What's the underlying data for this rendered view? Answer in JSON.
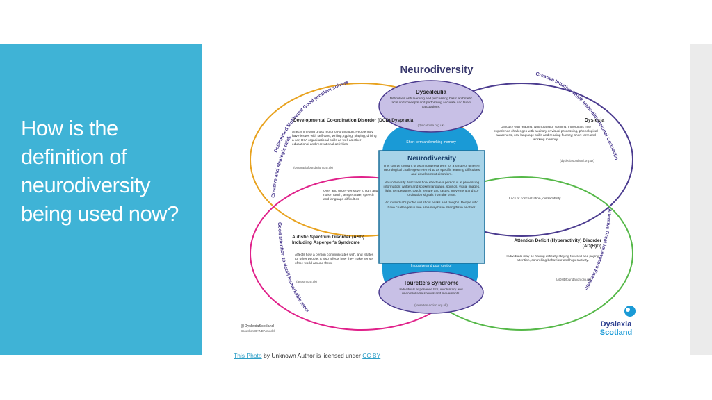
{
  "slide": {
    "title": "How is the definition of neurodiversity being used now?",
    "attribution": {
      "photo_link": "This Photo",
      "middle": " by Unknown Author is licensed under ",
      "license_link": "CC BY"
    }
  },
  "diagram": {
    "heading": "Neurodiversity",
    "arc_labels": {
      "top_left": "Determined   Motivated   Good problem solvers",
      "left_top": "Creative and strategic thinkers",
      "top_right": "Creative   Intuitive   Think multi-dimensional   Connecting ideas",
      "right_bottom": "Attentive   Great innovators   Energetic",
      "bottom_left": "Good attention to detail   Remarkable memory   Sequencing"
    },
    "dyscalculia": {
      "title": "Dyscalculia",
      "body": "Difficulties with learning and processing basic arithmetic facts and concepts and performing accurate and fluent calculations.",
      "source": "(dyscalculia.org.uk)"
    },
    "shared_top": "Short-term and working memory",
    "shared_bottom": "Impulsive and poor control",
    "centre": {
      "title": "Neurodiversity",
      "p1": "This can be thought of as an umbrella term for a range of different neurological challenges referred to as specific learning difficulties and development disorders.",
      "p2": "Neurodiversity describes how effective a person is at processing information: written and spoken language, sounds, visual images, light, temperature, touch, texture and tastes, movement and co-ordination signals from the brain.",
      "p3": "An individual's profile will show peaks and troughs. People who have challenges in one area may have strengths in another."
    },
    "dcd": {
      "title": "Developmental Co-ordination Disorder (DCD)/Dyspraxia",
      "body": "Affects fine and gross motor co-ordination. People may have issues with self-care, writing, typing, playing, driving a car, DIY, organisational skills as well as other educational and recreational activities.",
      "source": "(dyspraxiafoundation.org.uk)"
    },
    "dyslexia": {
      "title": "Dyslexia",
      "body": "Difficulty with reading, writing and/or spelling. Individuals may experience challenges with auditory or visual processing, phonological awareness, oral language skills and reading fluency; short-term and working memory.",
      "source": "(dyslexiascotland.org.uk)"
    },
    "asd": {
      "title": "Autistic Spectrum Disorder (ASD) Including Asperger's Syndrome",
      "body": "Affects how a person communicates with, and relates to, other people. It also affects how they make sense of the world around them.",
      "source": "(autism.org.uk)"
    },
    "adhd": {
      "title": "Attention Deficit (Hyperactivity) Disorder (AD(H)D)",
      "body": "Individuals may be having difficulty staying focused and paying attention, controlling behaviour and hyperactivity.",
      "source": "(ADHDfoundation.org.uk)"
    },
    "overlap_sensory": "Over and under-sensitive to light and noise, touch, temperature, speech and language difficulties",
    "overlap_attention": "Lack of concentration, distractibility",
    "tourettes": {
      "title": "Tourette's Syndrome",
      "body": "Individuals experience tics, involuntary and uncontrollable sounds and movements.",
      "source": "(tourettes-action.org.uk)"
    },
    "credit_1": "@DyslexiaScotland",
    "credit_2": "Based on DANDA model",
    "logo_line1": "Dyslexia",
    "logo_line2": "Scotland",
    "colors": {
      "dcd": "#e8a21e",
      "dyslexia": "#4b3b8f",
      "asd": "#e0218a",
      "adhd": "#55b848",
      "centre_fill": "#a7d3e8",
      "oval_fill": "#c8c0e6",
      "blue": "#1a9ad6"
    }
  }
}
